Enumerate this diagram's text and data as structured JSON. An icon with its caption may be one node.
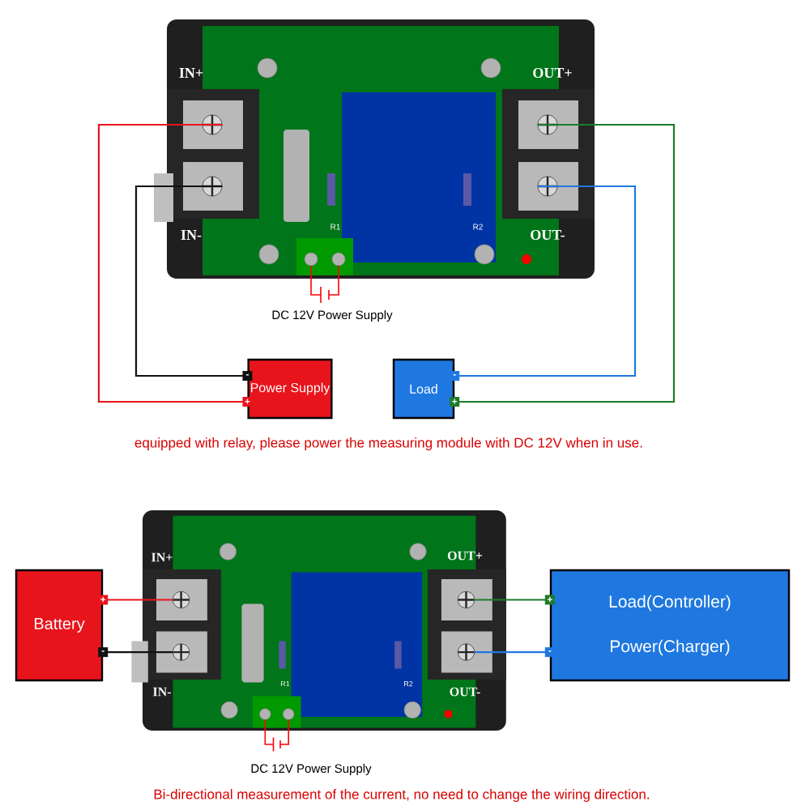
{
  "diagram": {
    "nodes": [
      {
        "text": [],
        "shape": "circle"
      },
      {
        "text": [],
        "shape": "circle"
      },
      {
        "text": [],
        "shape": "circle"
      },
      {
        "text": [],
        "shape": "circle"
      },
      {
        "text": [
          "Power Supply"
        ],
        "beside": [
          "-",
          "+"
        ]
      },
      {
        "text": [
          "Load"
        ],
        "beside": [
          "-",
          "+"
        ]
      },
      {
        "text": [],
        "shape": "circle"
      },
      {
        "text": [],
        "shape": "circle"
      },
      {
        "text": [],
        "shape": "circle"
      },
      {
        "text": [],
        "shape": "circle"
      },
      {
        "text": [
          "Battery"
        ],
        "beside": [
          "+",
          "-"
        ]
      },
      {
        "text": [
          "Load(Controller)",
          "Power(Charger)"
        ],
        "beside": [
          "+",
          "-"
        ]
      }
    ],
    "edges": [
      {
        "from": 0,
        "to": 4,
        "arrow": "none",
        "color": "#e8141c"
      },
      {
        "from": 1,
        "to": 4,
        "arrow": "none",
        "color": "#111111"
      },
      {
        "from": 3,
        "to": 5,
        "arrow": "none",
        "color": "#1f78e0"
      },
      {
        "from": 2,
        "to": 5,
        "arrow": "none",
        "color": "#1e7a2a"
      },
      {
        "from": 6,
        "to": 10,
        "arrow": "none",
        "color": "#e8141c"
      },
      {
        "from": 7,
        "to": 10,
        "arrow": "none",
        "color": "#111111"
      },
      {
        "from": 8,
        "to": 11,
        "arrow": "none",
        "color": "#1e7a2a"
      },
      {
        "from": 9,
        "to": 11,
        "arrow": "none",
        "color": "#1f78e0"
      }
    ],
    "labels": [
      "IN+",
      "OUT+",
      "R1",
      "R2",
      "IN-",
      "OUT-",
      "DC 12V Power Supply",
      "equipped with relay, please power the measuring module with DC 12V when in use.",
      "IN+",
      "OUT+",
      "R1",
      "R2",
      "IN-",
      "OUT-",
      "DC 12V Power Supply",
      "Bi-directional measurement of the current, no need to change the wiring direction."
    ]
  }
}
